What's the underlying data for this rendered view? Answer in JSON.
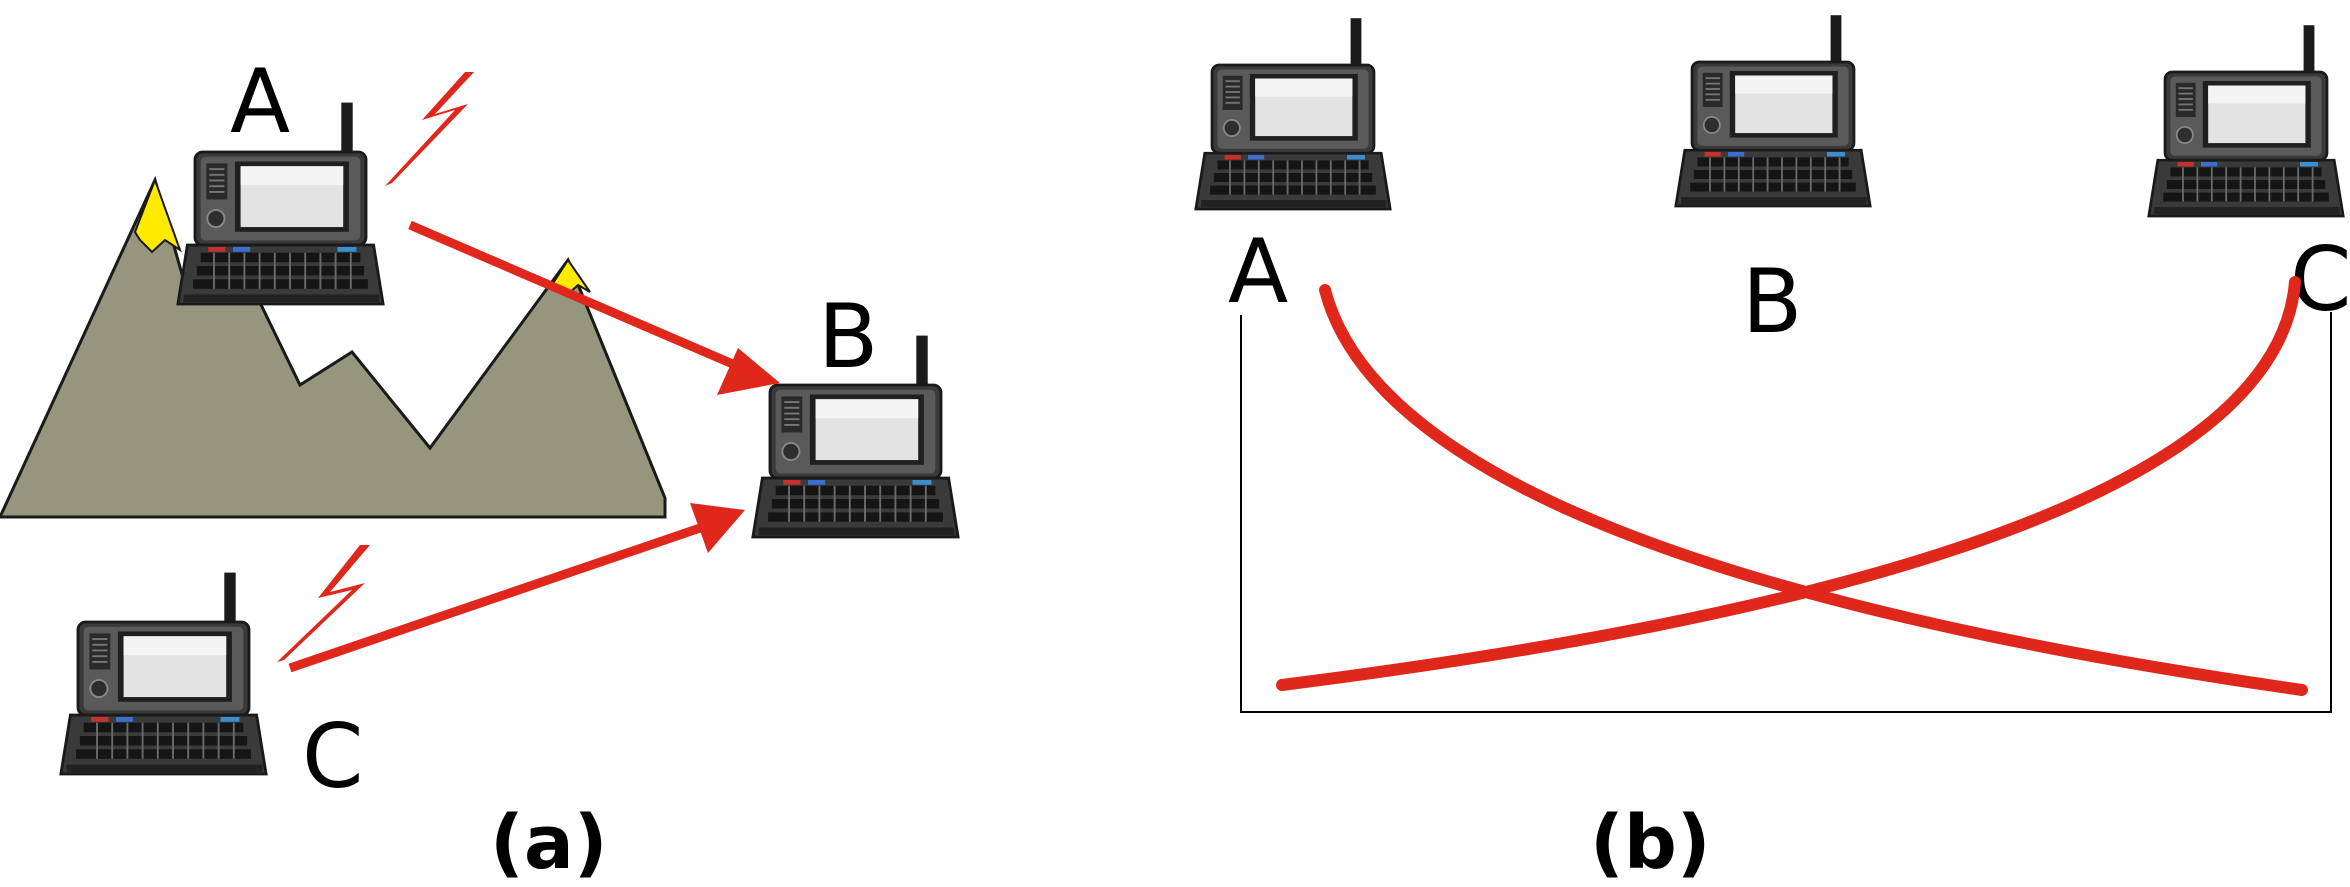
{
  "panel_a": {
    "caption": "(a)",
    "labels": {
      "a": "A",
      "b": "B",
      "c": "C"
    },
    "devices": [
      "laptop-a",
      "laptop-b",
      "laptop-c"
    ]
  },
  "panel_b": {
    "caption": "(b)",
    "labels": {
      "a": "A",
      "b": "B",
      "c": "C"
    },
    "devices": [
      "laptop-a",
      "laptop-b",
      "laptop-c"
    ]
  },
  "colors": {
    "signal": "#e0271b",
    "mountain": "#96957e",
    "snow": "#ffea00",
    "axis": "#000000"
  },
  "icons": {
    "device": "handheld-pc-icon",
    "signal": "lightning-signal-icon",
    "obstacle": "mountain-icon"
  }
}
